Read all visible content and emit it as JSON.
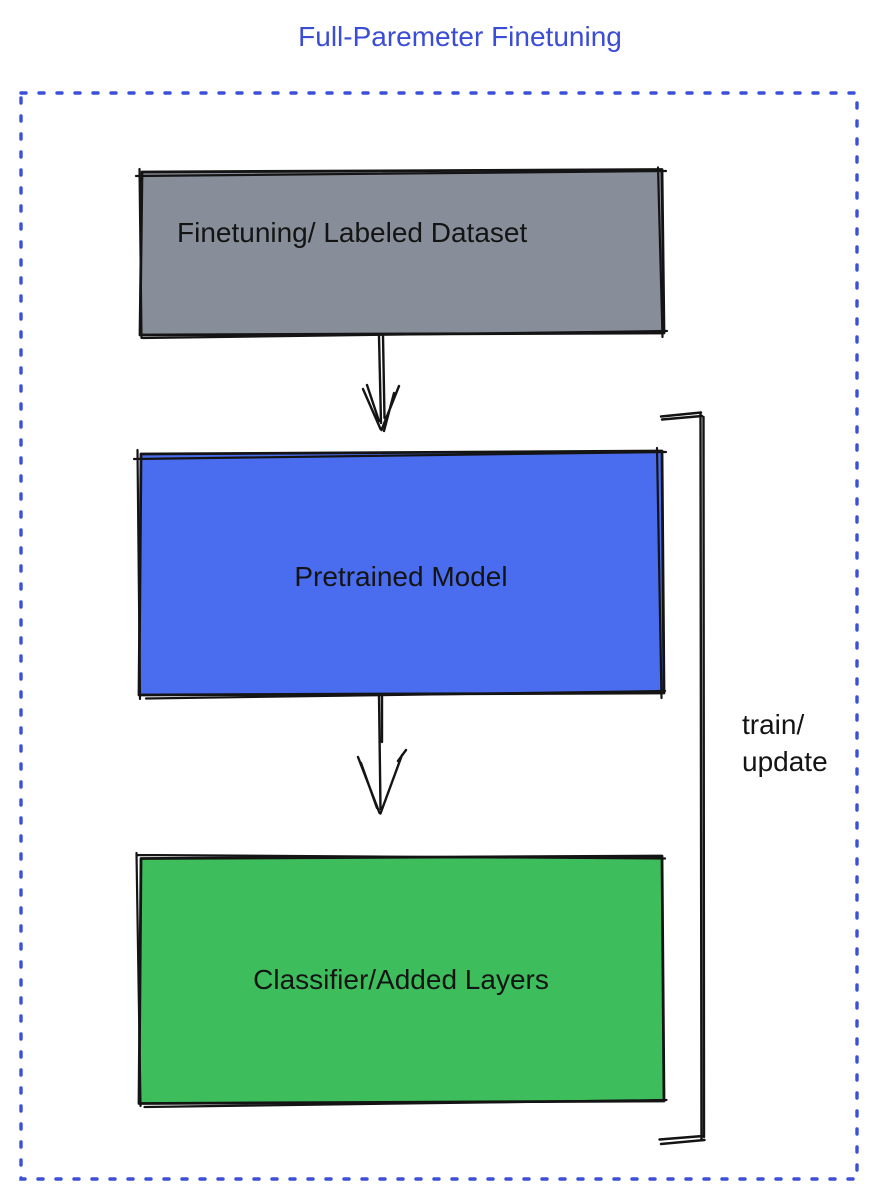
{
  "title": "Full-Paremeter Finetuning",
  "boxes": [
    {
      "label": "Finetuning/ Labeled Dataset"
    },
    {
      "label": "Pretrained Model"
    },
    {
      "label": "Classifier/Added Layers"
    }
  ],
  "bracket": {
    "line1": "train/",
    "line2": "update"
  },
  "shapes": {
    "arrow_1": "down-arrow from dataset box to pretrained box",
    "arrow_2": "down-arrow from pretrained box to classifier box",
    "bracket": "right-side square bracket spanning pretrained and classifier boxes",
    "frame": "blue dotted rectangular border around diagram"
  },
  "colors": {
    "title_color": "#3B4CD6",
    "frame_dot_color": "#3B4FD8",
    "dataset_fill": "#878E99",
    "pretrained_fill": "#4A6CEF",
    "classifier_fill": "#3EBD5C",
    "ink": "#141414",
    "text_color": "#141414"
  }
}
